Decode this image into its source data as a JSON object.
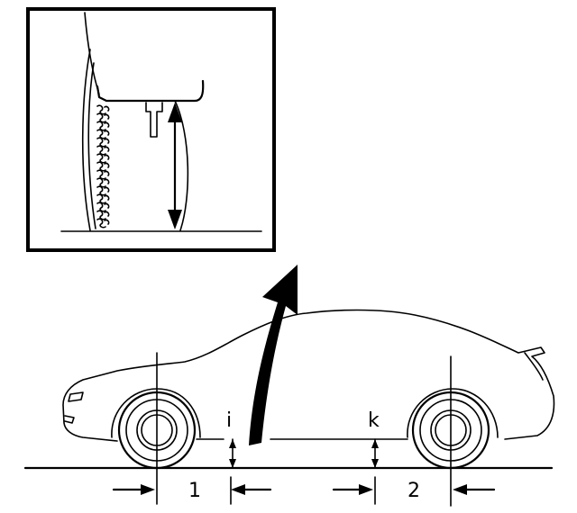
{
  "labels": {
    "front_measurement": "1",
    "rear_measurement": "2",
    "front_height": "i",
    "rear_height": "k"
  },
  "colors": {
    "line": "#000000",
    "background": "#ffffff"
  },
  "icons": {
    "callout_arrow": "curved-arrow-icon",
    "dimension_arrows": "double-arrow-icon"
  }
}
